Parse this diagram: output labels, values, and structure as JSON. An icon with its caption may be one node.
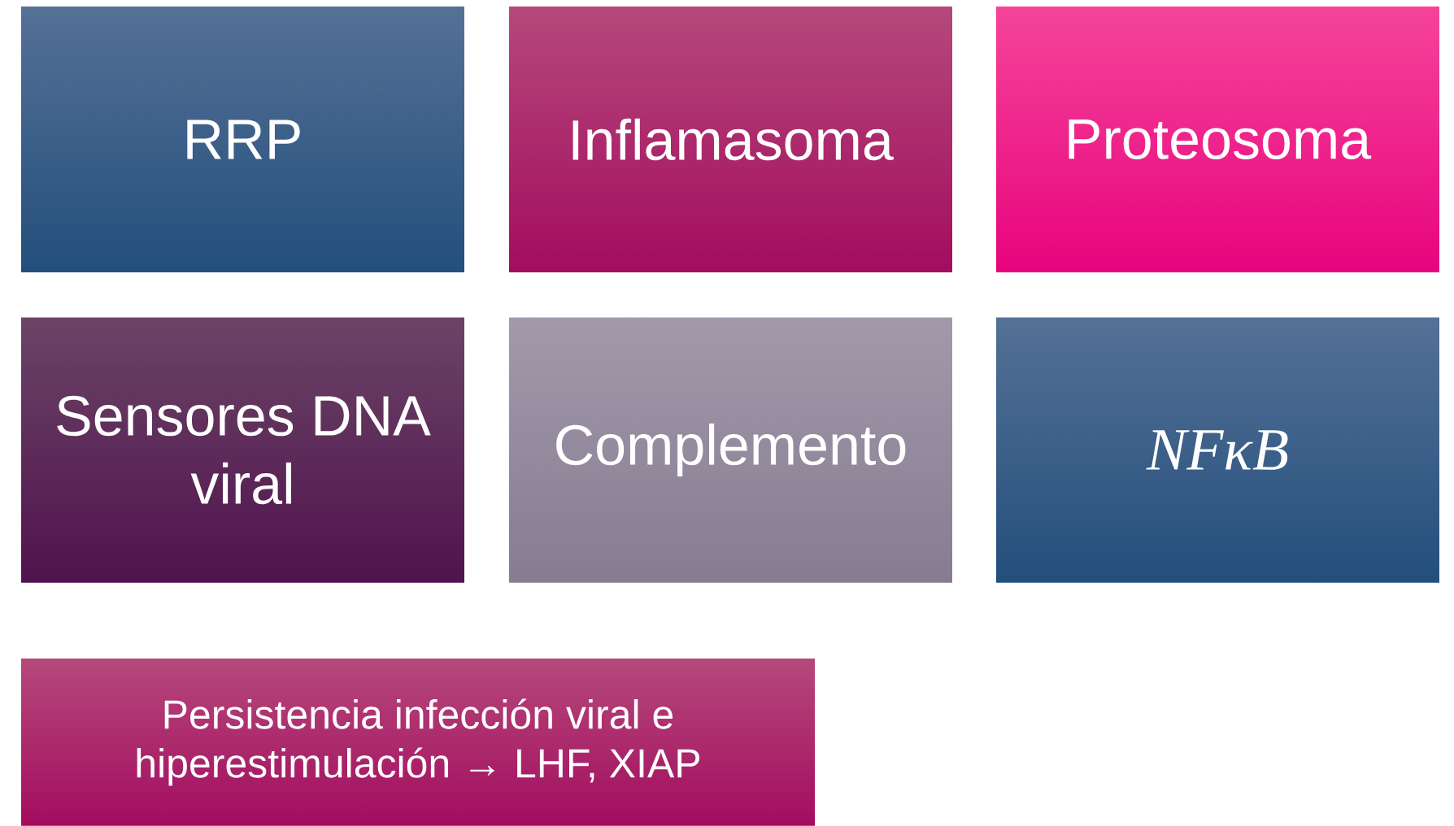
{
  "diagram": {
    "nodes": [
      {
        "text": [
          "RRP"
        ]
      },
      {
        "text": [
          "Inflamasoma"
        ]
      },
      {
        "text": [
          "Proteosoma"
        ]
      },
      {
        "text": [
          "Sensores DNA viral"
        ]
      },
      {
        "text": [
          "Complemento"
        ]
      },
      {
        "text": [
          "NFκB"
        ]
      },
      {
        "text": [
          "Persistencia infección viral e hiperestimulación → LHF, XIAP"
        ]
      }
    ]
  }
}
